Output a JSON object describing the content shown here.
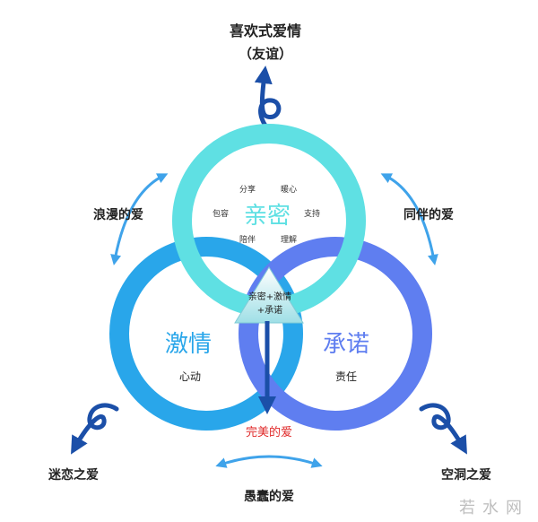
{
  "top_label": {
    "line1": "喜欢式爱情",
    "line2": "（友谊）"
  },
  "circles": {
    "intimacy": {
      "title": "亲密",
      "traits": [
        "分享",
        "暖心",
        "包容",
        "支持",
        "陪伴",
        "理解"
      ],
      "color": "#5fe0e3"
    },
    "passion": {
      "title": "激情",
      "subtitle": "心动",
      "color": "#29a6ea"
    },
    "commitment": {
      "title": "承诺",
      "subtitle": "责任",
      "color": "#5f7ef0"
    }
  },
  "center": {
    "line1": "亲密+激情",
    "line2": "+承诺"
  },
  "consummate": {
    "label": "完美的爱",
    "color": "#e02b2b"
  },
  "romantic": "浪漫的爱",
  "companionate": "同伴的爱",
  "infatuation": "迷恋之爱",
  "empty": "空洞之爱",
  "fatuous": "愚蠢的爱",
  "watermark": "若水网",
  "colors": {
    "arrow_dark": "#1b4fa8",
    "arrow_light": "#3fa3ea",
    "text": "#222222"
  }
}
